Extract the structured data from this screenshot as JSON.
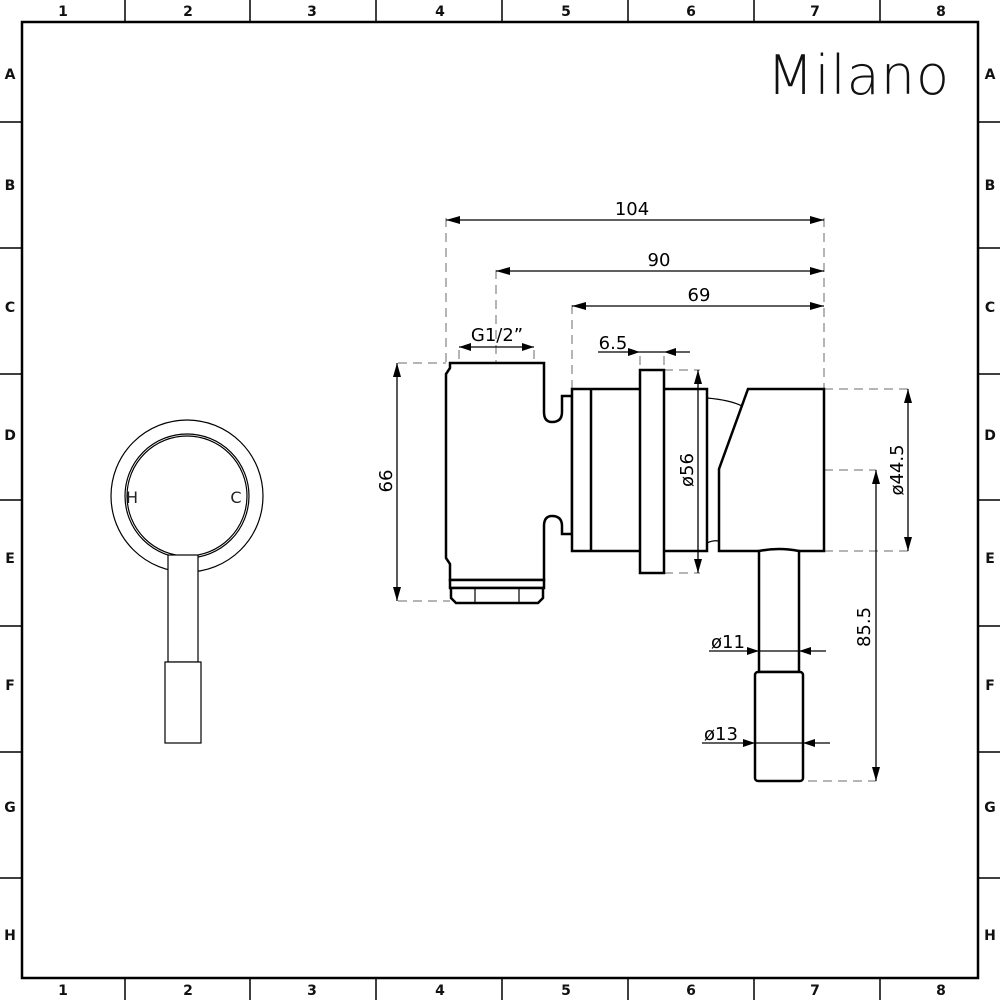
{
  "title_block": {
    "brand": "Milano"
  },
  "border": {
    "columns": [
      "1",
      "2",
      "3",
      "4",
      "5",
      "6",
      "7",
      "8"
    ],
    "rows": [
      "A",
      "B",
      "C",
      "D",
      "E",
      "F",
      "G",
      "H"
    ]
  },
  "front_view": {
    "hot_label": "H",
    "cold_label": "C"
  },
  "side_view": {
    "dimensions": {
      "overall_depth": "104",
      "depth_from_thread": "90",
      "projection": "69",
      "thread_size": "G1/2”",
      "flange_thickness": "6.5",
      "body_height": "66",
      "plate_diameter": "ø56",
      "handle_hub_diameter": "ø44.5",
      "lever_length": "85.5",
      "lever_diameter": "ø11",
      "lever_grip_diameter": "ø13"
    }
  },
  "colors": {
    "line": "#000000",
    "hidden_line": "#b5b5b5",
    "background": "#ffffff"
  }
}
